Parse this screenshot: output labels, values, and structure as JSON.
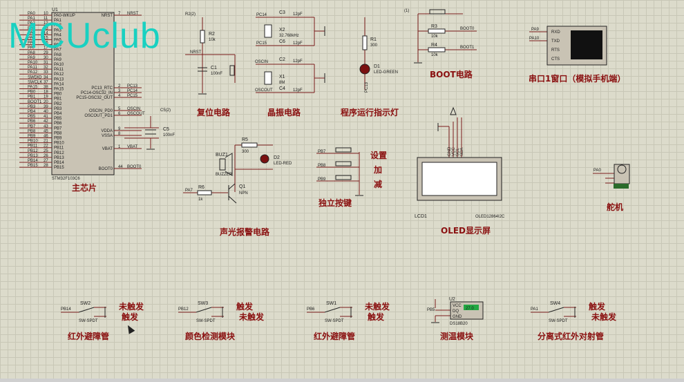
{
  "watermark": "MCUclub",
  "mcu": {
    "ref": "U1",
    "part": "STM32F103C6",
    "left_nets": [
      "PA0",
      "PA1",
      "PA2",
      "PA3",
      "PA4",
      "PA5",
      "PA6",
      "PA7",
      "PA8",
      "PA9",
      "PA10",
      "PA11",
      "PA12",
      "SWDIO",
      "SWCLK",
      "PA15",
      "PB0",
      "PB1",
      "BOOT1",
      "PB3",
      "PB4",
      "PB5",
      "PB6",
      "PB7",
      "PB8",
      "PB9",
      "PB10",
      "PB11",
      "PB12",
      "PB13",
      "PB14",
      "PB15"
    ],
    "left_pins": [
      "10",
      "11",
      "12",
      "13",
      "14",
      "15",
      "16",
      "17",
      "29",
      "30",
      "31",
      "32",
      "33",
      "34",
      "37",
      "38",
      "18",
      "19",
      "20",
      "39",
      "40",
      "41",
      "42",
      "43",
      "45",
      "46",
      "21",
      "22",
      "25",
      "26",
      "27",
      "28"
    ],
    "inner_left": [
      "PA0-WKUP",
      "PA1",
      "PA2",
      "PA3",
      "PA4",
      "PA5",
      "PA6",
      "PA7",
      "PA8",
      "PA9",
      "PA10",
      "PA11",
      "PA12",
      "PA13",
      "PA14",
      "PA15",
      "PB0",
      "PB1",
      "PB2",
      "PB3",
      "PB4",
      "PB5",
      "PB6",
      "PB7",
      "PB8",
      "PB9",
      "PB10",
      "PB11",
      "PB12",
      "PB13",
      "PB14",
      "PB15"
    ],
    "inner_right": [
      "NRST",
      "PC13_RTC",
      "PC14-OSC32_IN",
      "PC15-OSC32_OUT",
      "OSCIN_PD0",
      "OSCOUT_PD1",
      "VDDA",
      "VSSA",
      "VBAT",
      "BOOT0"
    ],
    "right_pins": [
      "7",
      "2",
      "3",
      "4",
      "5",
      "6",
      "9",
      "8",
      "1",
      "44"
    ],
    "right_nets": [
      "NRST",
      "PC13",
      "PC14",
      "PC15",
      "OSCIN",
      "OSCOUT",
      "",
      "",
      "VBAT",
      "BOOT0"
    ],
    "c5": "C5",
    "c5_val": "100nF",
    "c5_probe": "C5(2)",
    "title": "主芯片"
  },
  "reset": {
    "probe": "R2(2)",
    "r": "R2",
    "r_val": "10k",
    "net": "NRST",
    "c": "C1",
    "c_val": "100nF",
    "title": "复位电路"
  },
  "crystal": {
    "c3": "C3",
    "c3v": "12pF",
    "x2": "X2",
    "x2v": "32.768kHz",
    "c6": "C6",
    "c6v": "12pF",
    "pc14": "PC14",
    "pc15": "PC15",
    "c2": "C2",
    "c2v": "12pF",
    "x1": "X1",
    "x1v": "8M",
    "c4": "C4",
    "c4v": "12pF",
    "oscin": "OSCIN",
    "oscout": "OSCOUT",
    "title": "晶振电路"
  },
  "led": {
    "r": "R1",
    "rv": "300",
    "d": "D1",
    "dv": "LED-GREEN",
    "net": "PC13",
    "title": "程序运行指示灯"
  },
  "boot": {
    "probe": "(1)",
    "r3": "R3",
    "r3v": "10k",
    "r4": "R4",
    "r4v": "10k",
    "b0": "BOOT0",
    "b1": "BOOT1",
    "title": "BOOT电路"
  },
  "uart": {
    "pa9": "PA9",
    "pa10": "PA10",
    "rxd": "RXD",
    "txd": "TXD",
    "rts": "RTS",
    "cts": "CTS",
    "title": "串口1窗口（模拟手机端）"
  },
  "alarm": {
    "buz": "BUZ1",
    "buzv": "BUZZER",
    "r5": "R5",
    "r5v": "300",
    "d2": "D2",
    "d2v": "LED-RED",
    "r6": "R6",
    "r6v": "1k",
    "pa7": "PA7",
    "q1": "Q1",
    "q1v": "NPN",
    "title": "声光报警电路"
  },
  "keys": {
    "pb7": "PB7",
    "pb8": "PB8",
    "pb9": "PB9",
    "k1": "设置",
    "k2": "加",
    "k3": "减",
    "title": "独立按键"
  },
  "oled": {
    "ref": "LCD1",
    "part": "OLED12864I2C",
    "pins": [
      "GND",
      "VCC",
      "SCL",
      "SDA"
    ],
    "title": "OLED显示屏"
  },
  "servo": {
    "net": "PA0",
    "title": "舵机"
  },
  "bottom": [
    {
      "ref": "SW2",
      "net": "PB14",
      "type": "SW-SPDT",
      "a": "未触发",
      "b": "触发",
      "title": "红外避障管"
    },
    {
      "ref": "SW3",
      "net": "PB12",
      "type": "SW-SPDT",
      "a": "触发",
      "b": "未触发",
      "title": "颜色检测模块"
    },
    {
      "ref": "SW1",
      "net": "PB6",
      "type": "SW-SPDT",
      "a": "未触发",
      "b": "触发",
      "title": "红外避障管"
    },
    {
      "ref": "SW4",
      "net": "PA1",
      "type": "SW-SPDT",
      "a": "触发",
      "b": "未触发",
      "title": "分离式红外对射管"
    }
  ],
  "ds18b20": {
    "ref": "U2",
    "net": "PB5",
    "pins": [
      "VCC",
      "DQ",
      "GND"
    ],
    "part": "DS18B20",
    "display": "27.0",
    "title": "测温模块"
  }
}
